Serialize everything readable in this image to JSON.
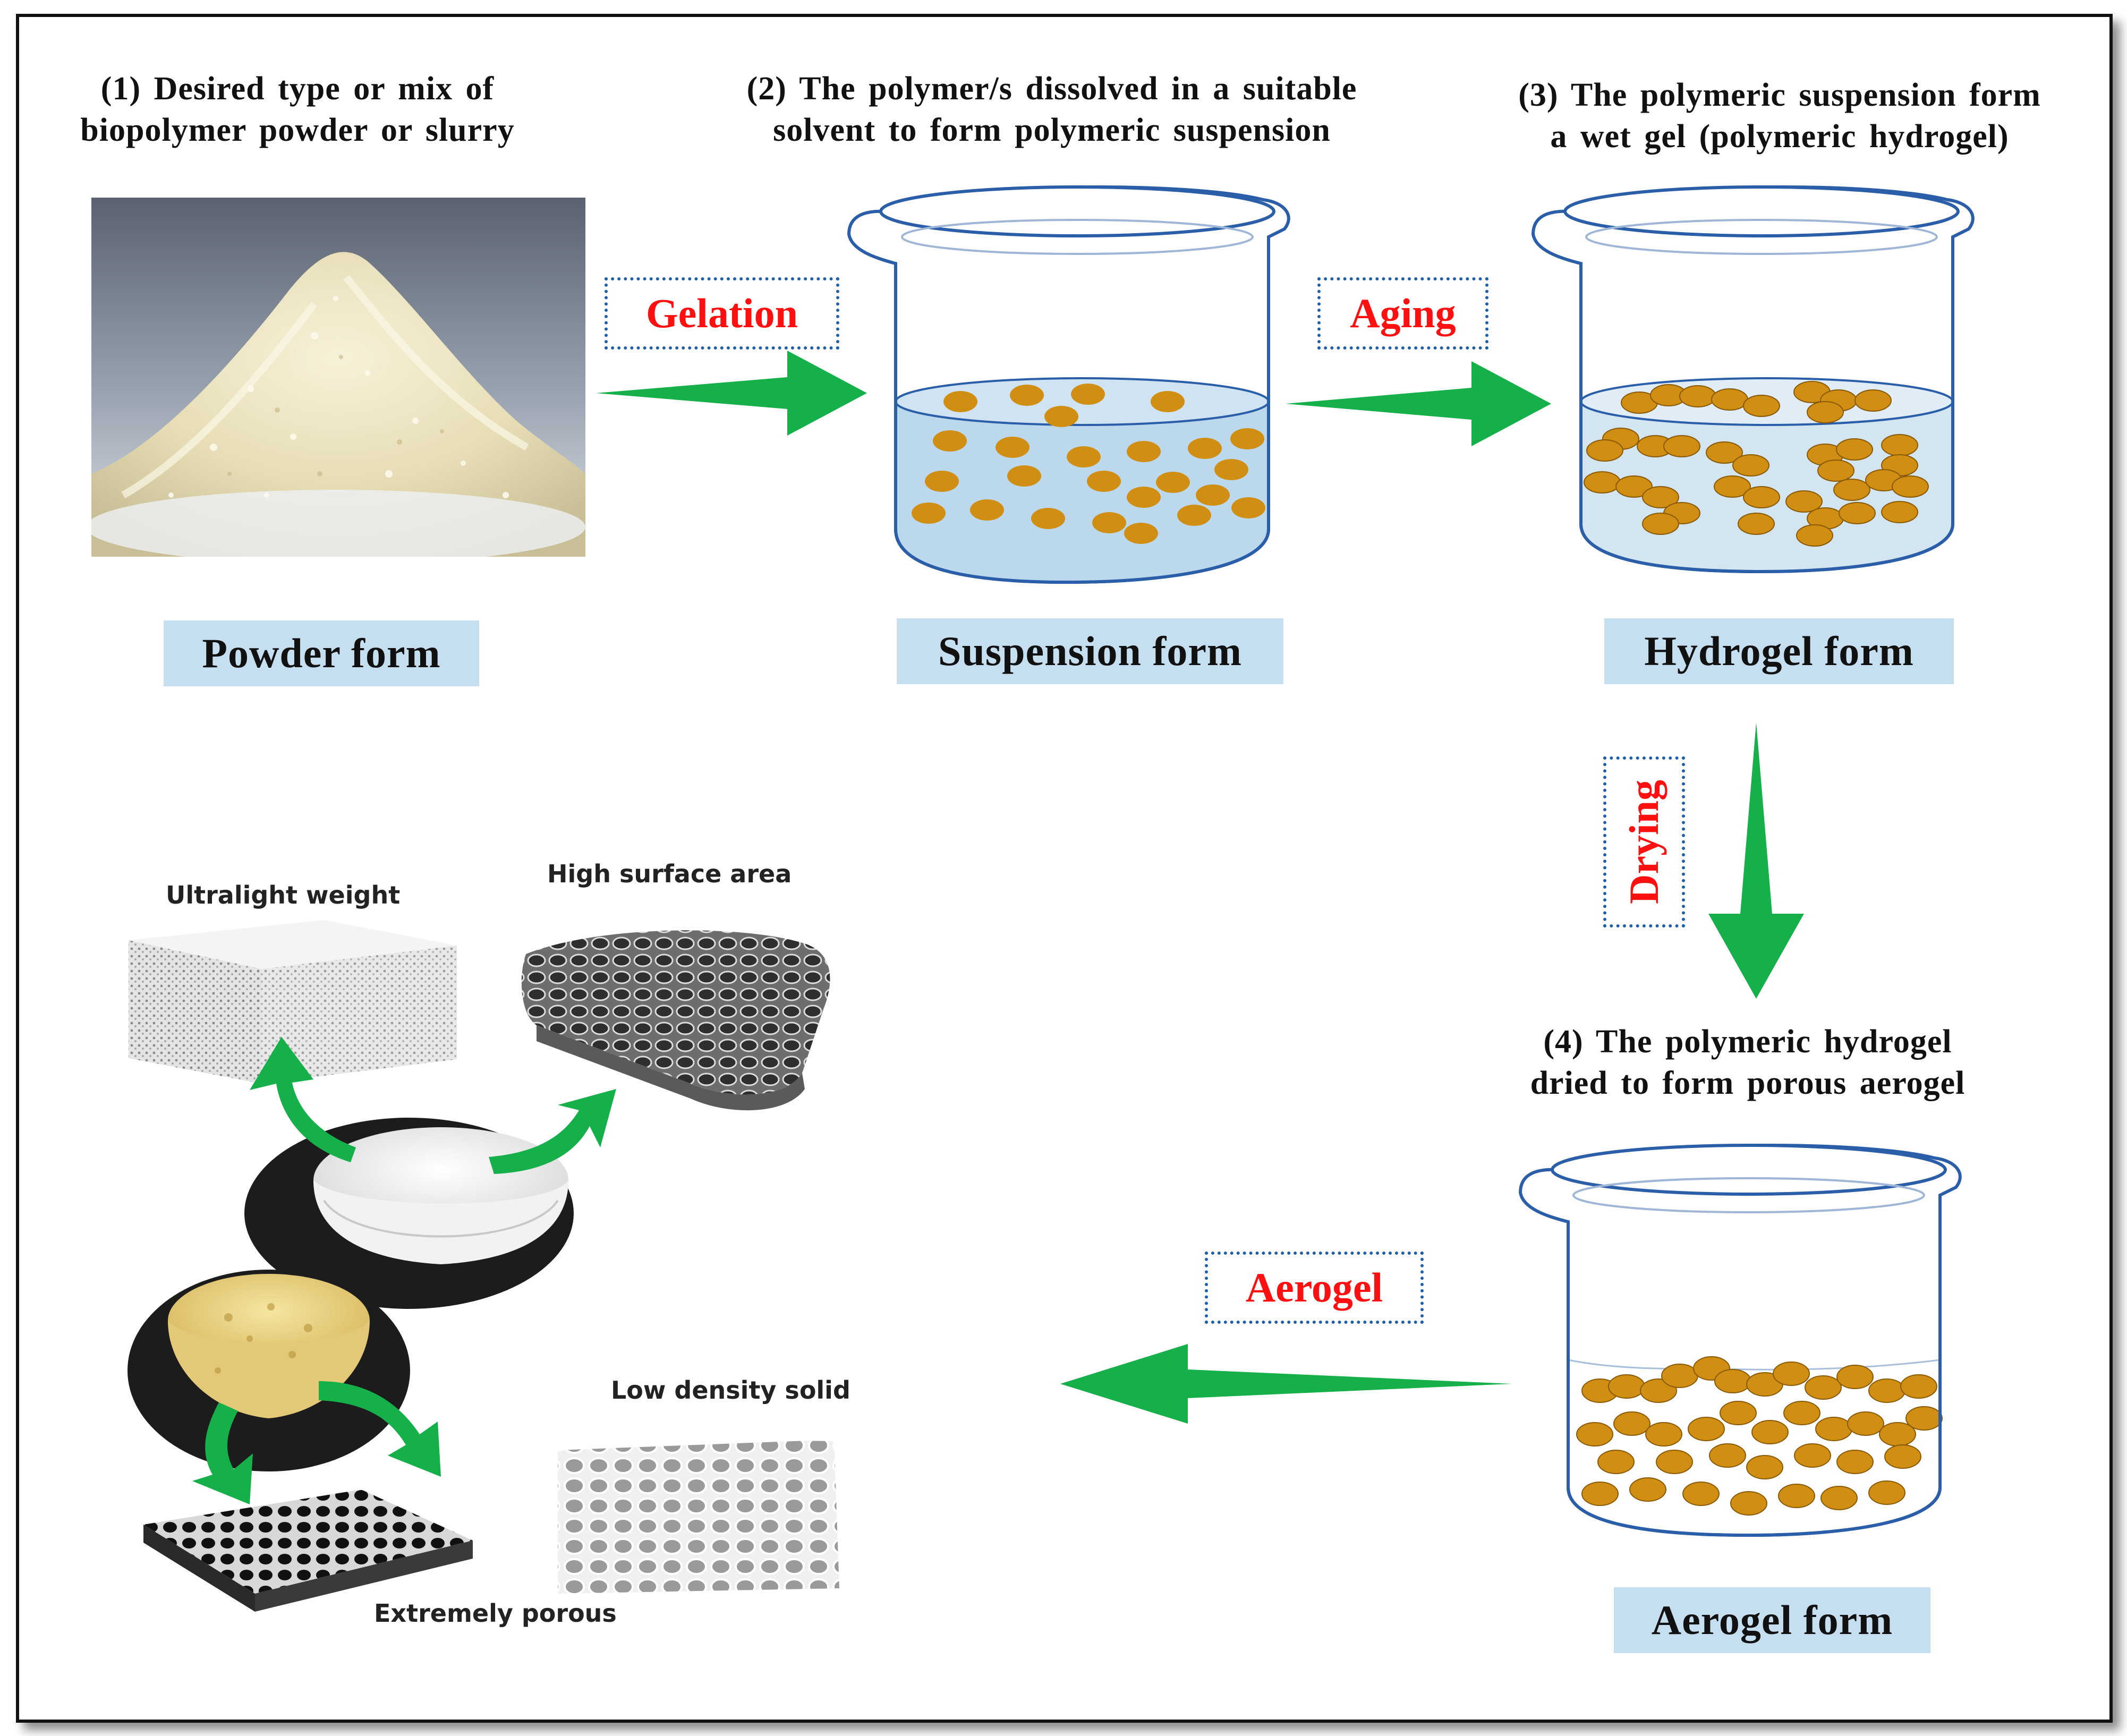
{
  "steps": [
    {
      "line1": "(1) Desired type or mix of",
      "line2": "biopolymer powder or slurry"
    },
    {
      "line1": "(2) The polymer/s dissolved in a suitable",
      "line2": "solvent to form polymeric suspension"
    },
    {
      "line1": "(3) The polymeric suspension form",
      "line2": "a wet gel (polymeric hydrogel)"
    },
    {
      "line1": "(4) The polymeric hydrogel",
      "line2": "dried to form porous aerogel"
    }
  ],
  "forms": {
    "powder": "Powder form",
    "suspension": "Suspension form",
    "hydrogel": "Hydrogel form",
    "aerogel": "Aerogel form"
  },
  "transitions": {
    "gelation": "Gelation",
    "aging": "Aging",
    "drying": "Drying",
    "aerogel": "Aerogel"
  },
  "properties": {
    "ultralight": "Ultralight weight",
    "surface": "High surface area",
    "density": "Low density solid",
    "porous": "Extremely porous"
  },
  "colors": {
    "arrow": "#16b04a",
    "label_red": "#ff1010",
    "label_bg": "#c5dff0",
    "liquid": "#bcd8ec",
    "particle": "#d08e12",
    "beaker": "#2a5ea8"
  }
}
